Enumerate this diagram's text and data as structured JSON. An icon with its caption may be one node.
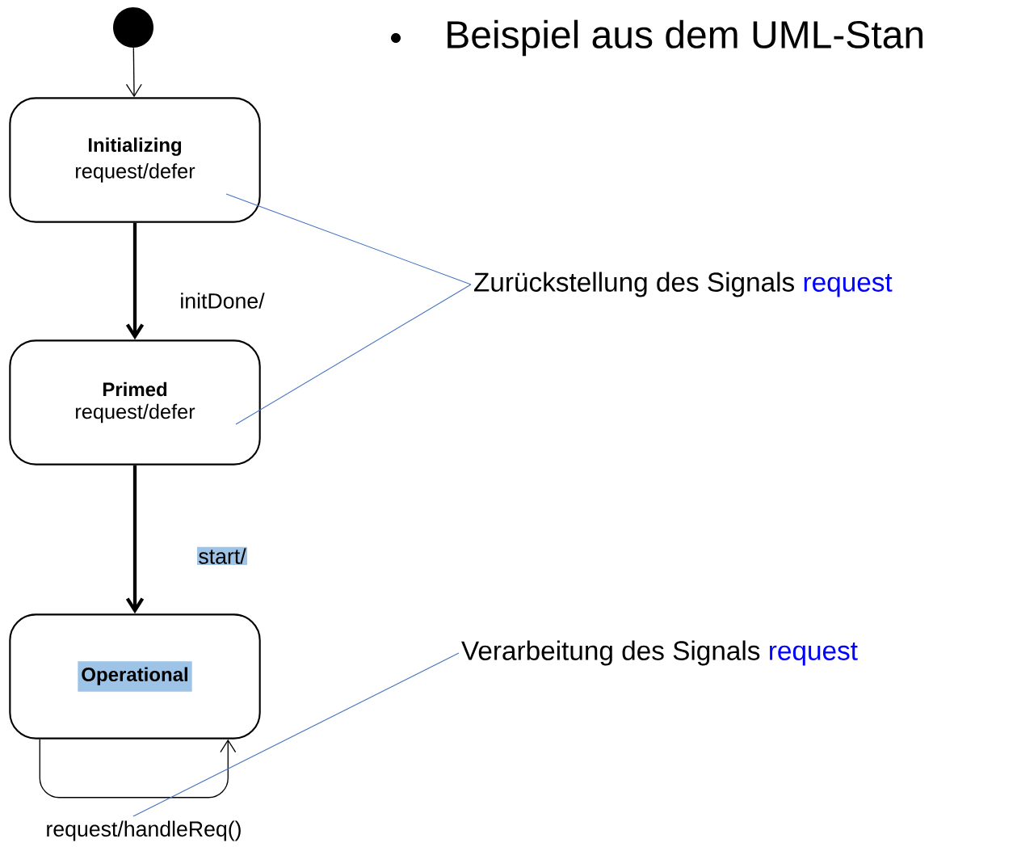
{
  "diagram": {
    "nodes": [
      {
        "text": [],
        "shape": "circle"
      },
      {
        "text": [
          "Initializing",
          "request/defer"
        ]
      },
      {
        "text": [
          "Primed",
          "request/defer"
        ]
      },
      {
        "text": [
          "Operational"
        ]
      },
      {
        "text": [
          "Zurückstellung des Signals",
          "request"
        ]
      },
      {
        "text": [
          "Verarbeitung des Signals",
          "request"
        ]
      }
    ],
    "edges": [
      {
        "from": 0,
        "to": 1,
        "arrow": "to"
      },
      {
        "from": 1,
        "to": 2,
        "arrow": "to",
        "label": "initDone/",
        "style": "thick"
      },
      {
        "from": 2,
        "to": 3,
        "arrow": "to",
        "label": "start/",
        "style": "thick"
      },
      {
        "from": 3,
        "to": 3,
        "arrow": "to",
        "label": "request/handleReq()"
      },
      {
        "from": 4,
        "to": 1,
        "arrow": "none",
        "color": "#4472c4"
      },
      {
        "from": 4,
        "to": 2,
        "arrow": "none",
        "color": "#4472c4"
      },
      {
        "from": 5,
        "to": null,
        "arrow": "none",
        "color": "#4472c4"
      }
    ],
    "labels": [
      "Beispiel aus dem UML-Stan"
    ]
  }
}
